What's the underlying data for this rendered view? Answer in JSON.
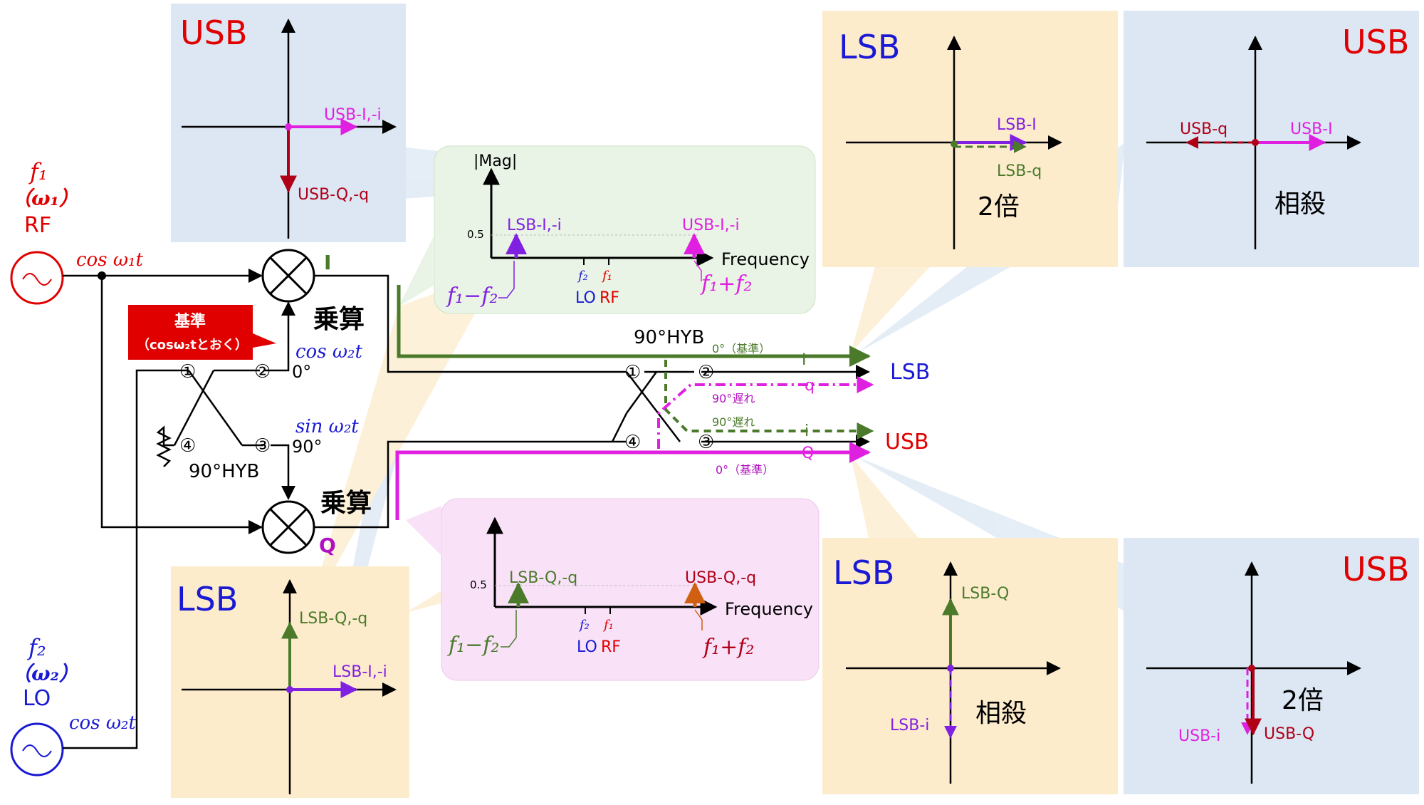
{
  "colors": {
    "red": "#e00000",
    "blue": "#1a1ad4",
    "magenta": "#e020e0",
    "purple": "#8020e0",
    "green": "#4a7a2a",
    "darkred": "#b00018",
    "orange": "#d06010",
    "navy": "#2030a0",
    "panel_blue": "#dce7f3",
    "panel_yellow": "#fdeccc",
    "panel_green": "#e9f4e6",
    "panel_pink": "#f9e2f8"
  },
  "sources": {
    "rf": {
      "freq": "f₁",
      "omega": "（ω₁）",
      "name": "RF",
      "signal": "cos ω₁t"
    },
    "lo": {
      "freq": "f₂",
      "omega": "（ω₂）",
      "name": "LO",
      "signal": "cos ω₂t"
    }
  },
  "mixers": {
    "upper_label": "乗算",
    "lower_label": "乗算",
    "out_upper": "I",
    "out_lower": "Q"
  },
  "hyb_left": {
    "label": "90°HYB",
    "ports": [
      "①",
      "②",
      "③",
      "④"
    ],
    "port2_phase": "0°",
    "port3_phase": "90°",
    "port2_signal": "cos ω₂t",
    "port3_signal": "sin ω₂t"
  },
  "callout_reference": {
    "line1": "基準",
    "line2": "（cosω₂tとおく）"
  },
  "hyb_right": {
    "label": "90°HYB",
    "ports": [
      "①",
      "②",
      "③",
      "④"
    ],
    "i_label": "I",
    "i_note": "0°（基準）",
    "q_small_label": "q",
    "q_small_note": "90°遅れ",
    "i_small_label": "i",
    "i_small_note": "90°遅れ",
    "q_label": "Q",
    "q_note": "0°（基準）",
    "out_lsb": "LSB",
    "out_usb": "USB"
  },
  "spectrum_upper": {
    "ylabel": "|Mag|",
    "tick": "0.5",
    "xlabel": "Frequency",
    "left_arrow_label": "LSB-I,-i",
    "right_arrow_label": "USB-I,-i",
    "diff_label": "f₁−f₂",
    "sum_label": "f₁+f₂",
    "f2_tick": "f₂",
    "f1_tick": "f₁",
    "lo_label": "LO",
    "rf_label": "RF"
  },
  "spectrum_lower": {
    "tick": "0.5",
    "xlabel": "Frequency",
    "left_arrow_label": "LSB-Q,-q",
    "right_arrow_label": "USB-Q,-q",
    "diff_label": "f₁−f₂",
    "sum_label": "f₁+f₂",
    "f2_tick": "f₂",
    "f1_tick": "f₁",
    "lo_label": "LO",
    "rf_label": "RF"
  },
  "phasor_panels": {
    "usb_i": {
      "title": "USB",
      "v1": "USB-I,-i",
      "v2": "USB-Q,-q"
    },
    "lsb_q": {
      "title": "LSB",
      "v1": "LSB-Q,-q",
      "v2": "LSB-I,-i"
    },
    "lsb_out": {
      "title": "LSB",
      "v1": "LSB-I",
      "v2": "LSB-q",
      "note": "2倍"
    },
    "usb_cancel": {
      "title": "USB",
      "v1": "USB-q",
      "v2": "USB-I",
      "note": "相殺"
    },
    "lsb_cancel": {
      "title": "LSB",
      "v1": "LSB-Q",
      "v2": "LSB-i",
      "note": "相殺"
    },
    "usb_out": {
      "title": "USB",
      "v1": "USB-i",
      "v2": "USB-Q",
      "note": "2倍"
    }
  }
}
